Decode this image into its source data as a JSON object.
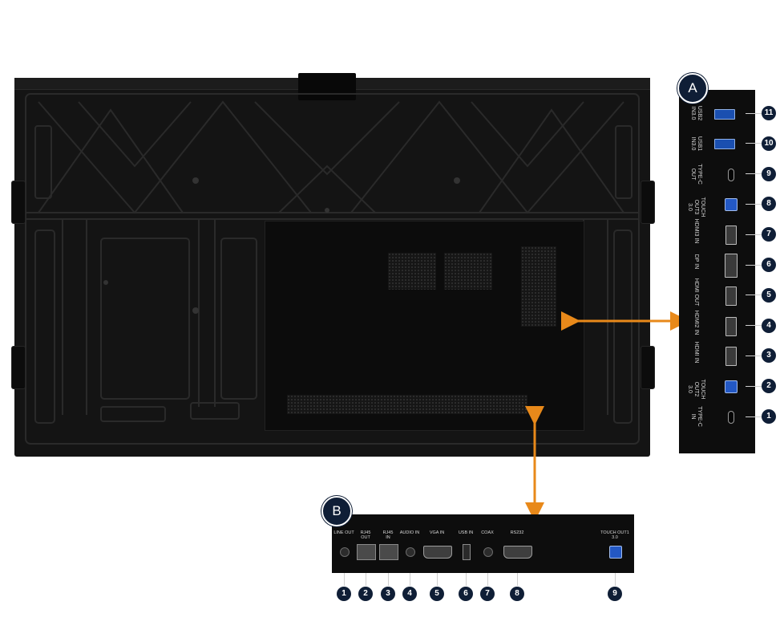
{
  "colors": {
    "arrow": "#e8891a",
    "badge": "#0f1e36",
    "panel": "#0d0d0d",
    "display": "#141414"
  },
  "panel_a": {
    "badge": "A",
    "ports": [
      {
        "num": "11",
        "label": "USB2\nIN3.0",
        "shape": "usb-a"
      },
      {
        "num": "10",
        "label": "USB1\nIN3.0",
        "shape": "usb-a"
      },
      {
        "num": "9",
        "label": "TYPE-C\nOUT",
        "shape": "usb-c"
      },
      {
        "num": "8",
        "label": "TOUCH OUT3\n3.0",
        "shape": "usb-b"
      },
      {
        "num": "7",
        "label": "HDMI3 IN",
        "shape": "hdmi"
      },
      {
        "num": "6",
        "label": "DP IN",
        "shape": "displayport"
      },
      {
        "num": "5",
        "label": "HDMI OUT",
        "shape": "hdmi"
      },
      {
        "num": "4",
        "label": "HDMI2 IN",
        "shape": "hdmi"
      },
      {
        "num": "3",
        "label": "HDMI IN",
        "shape": "hdmi"
      },
      {
        "num": "2",
        "label": "TOUCH OUT2\n3.0",
        "shape": "usb-b"
      },
      {
        "num": "1",
        "label": "TYPE-C\nIN",
        "shape": "usb-c"
      }
    ]
  },
  "panel_b": {
    "badge": "B",
    "ports": [
      {
        "num": "1",
        "label": "LINE OUT",
        "shape": "jack"
      },
      {
        "num": "2",
        "label": "RJ45\nOUT",
        "shape": "rj45"
      },
      {
        "num": "3",
        "label": "RJ45\nIN",
        "shape": "rj45"
      },
      {
        "num": "4",
        "label": "AUDIO IN",
        "shape": "jack"
      },
      {
        "num": "5",
        "label": "VGA IN",
        "shape": "vga"
      },
      {
        "num": "6",
        "label": "USB IN",
        "shape": "usb-a-vertical"
      },
      {
        "num": "7",
        "label": "COAX",
        "shape": "jack"
      },
      {
        "num": "8",
        "label": "RS232",
        "shape": "db9"
      },
      {
        "num": "9",
        "label": "TOUCH OUT1\n3.0",
        "shape": "usb-b"
      }
    ]
  }
}
